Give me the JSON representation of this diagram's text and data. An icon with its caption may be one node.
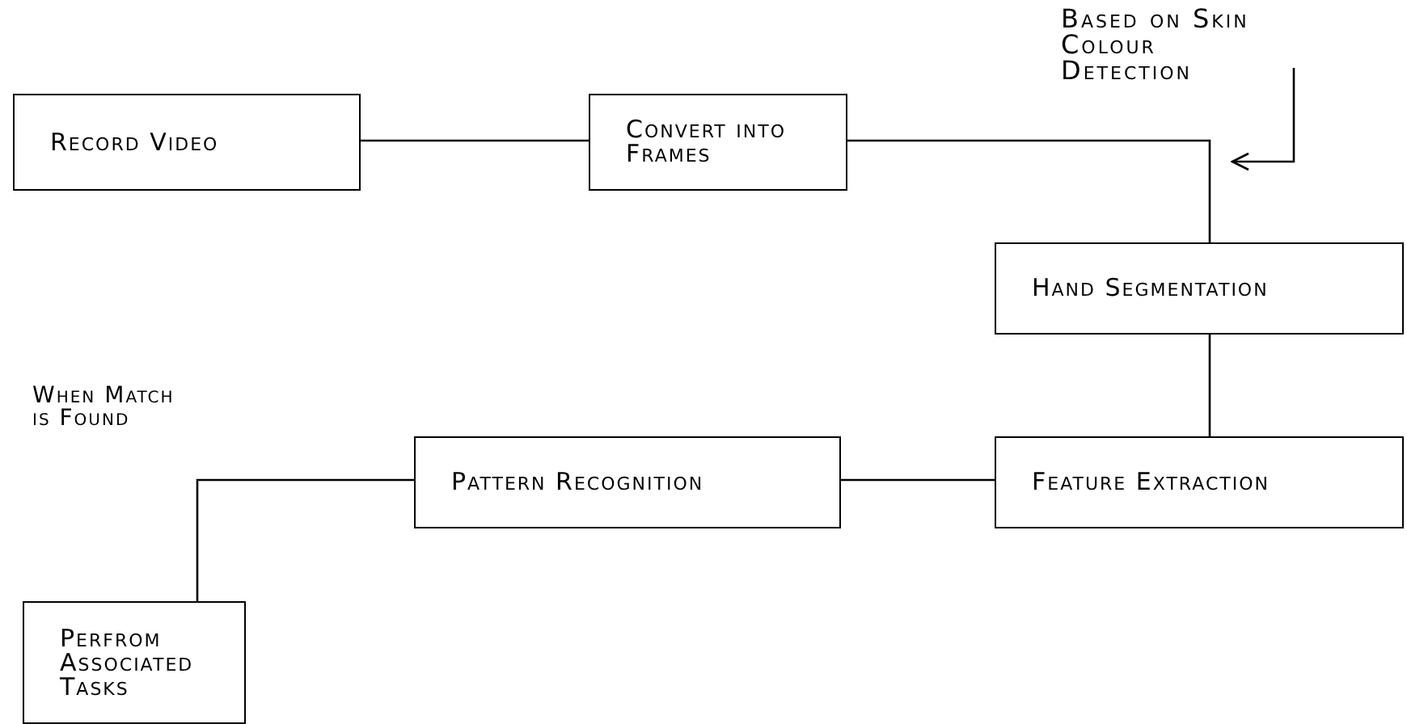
{
  "diagram": {
    "nodes": [
      {
        "text": [
          "Based on Skin Colour Detection"
        ]
      },
      {
        "text": [
          "Record Video"
        ]
      },
      {
        "text": [
          "Convert into Frames"
        ]
      },
      {
        "text": [
          "Hand Segmentation"
        ]
      },
      {
        "text": [
          "Pattern Recognition"
        ]
      },
      {
        "text": [
          "Feature Extraction"
        ]
      },
      {
        "text": [
          "Perfrom Associated Tasks"
        ]
      }
    ],
    "edges": [
      {
        "from": 1,
        "to": 2,
        "arrow": "none"
      },
      {
        "from": 2,
        "to": 3,
        "arrow": "none"
      },
      {
        "from": 3,
        "to": 5,
        "arrow": "none"
      },
      {
        "from": 5,
        "to": 4,
        "arrow": "none"
      },
      {
        "from": 4,
        "to": 6,
        "arrow": "none"
      },
      {
        "from": 0,
        "to": null,
        "arrow": "to"
      }
    ],
    "labels": [
      "When Match is Found"
    ]
  }
}
